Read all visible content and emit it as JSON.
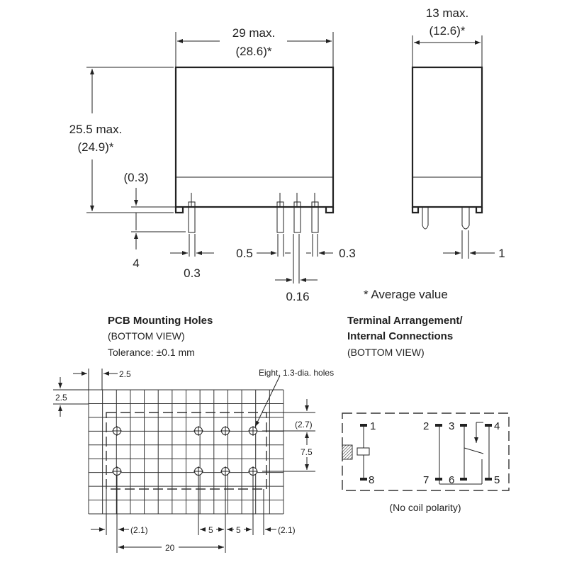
{
  "front_view": {
    "width_max": "29 max.",
    "width_avg": "(28.6)*",
    "height_max": "25.5 max.",
    "height_avg": "(24.9)*",
    "standoff": "(0.3)",
    "pin_length": "4",
    "pin_width_left": "0.3",
    "pin_width_a": "0.5",
    "pin_width_b": "0.3",
    "pin_gap": "0.16"
  },
  "side_view": {
    "width_max": "13 max.",
    "width_avg": "(12.6)*",
    "pin_dim": "1"
  },
  "footnote": "* Average value",
  "pcb": {
    "title": "PCB Mounting Holes",
    "subtitle": "(BOTTOM VIEW)",
    "tolerance": "Tolerance: ±0.1 mm",
    "holes_note": "Eight, 1.3-dia. holes",
    "grid_x": "2.5",
    "grid_y": "2.5",
    "dim_top": "(2.7)",
    "dim_row": "7.5",
    "dim_left": "(2.1)",
    "dim_5a": "5",
    "dim_5b": "5",
    "dim_right": "(2.1)",
    "dim_20": "20"
  },
  "terminal": {
    "title_1": "Terminal Arrangement/",
    "title_2": "Internal Connections",
    "subtitle": "(BOTTOM VIEW)",
    "pins": [
      "1",
      "2",
      "3",
      "4",
      "8",
      "7",
      "6",
      "5"
    ],
    "note": "(No coil polarity)"
  }
}
